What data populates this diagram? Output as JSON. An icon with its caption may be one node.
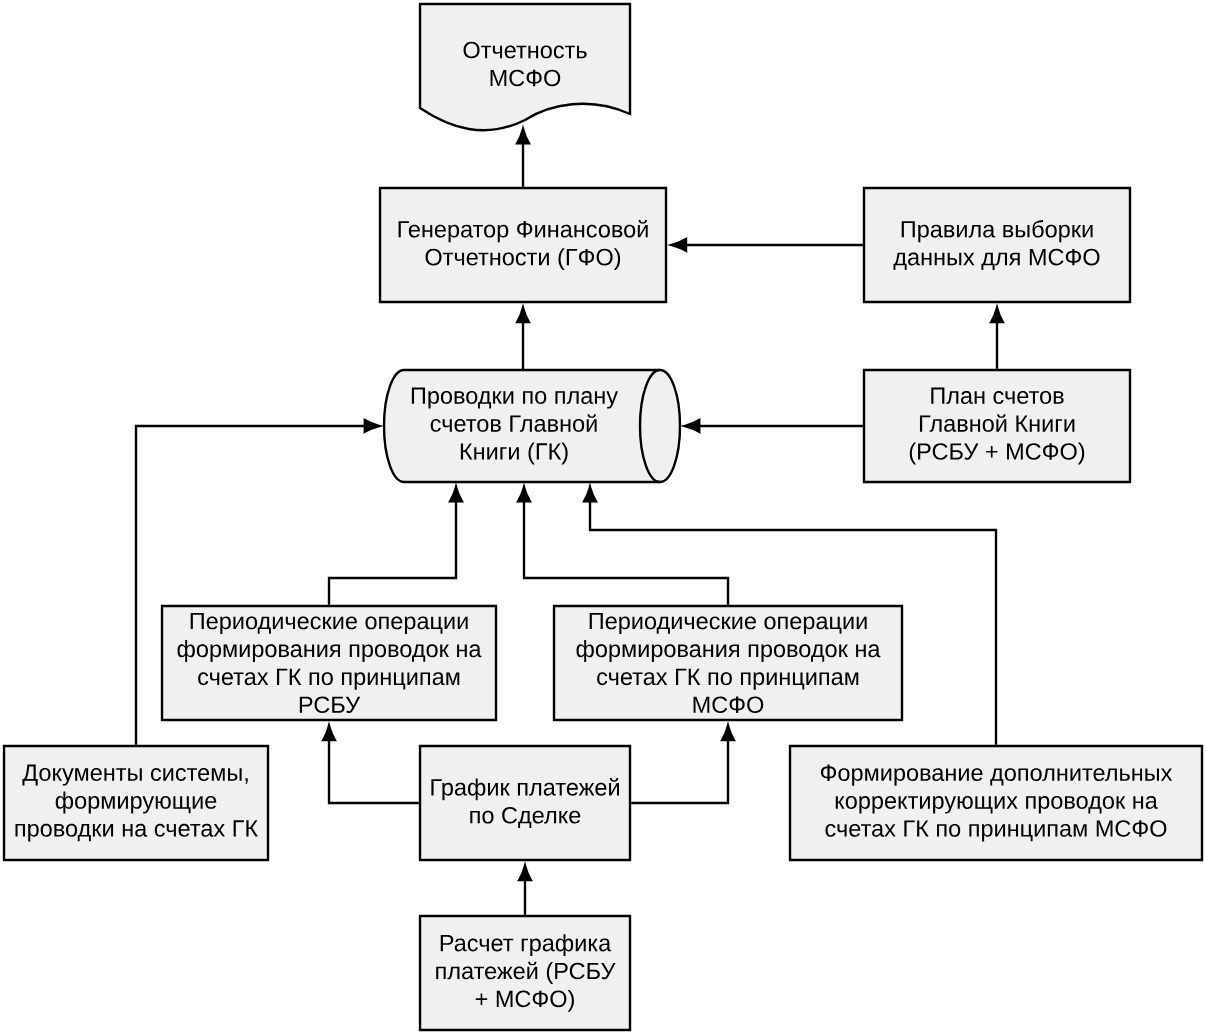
{
  "diagram": {
    "nodes": [
      {
        "text": [
          "Отчетность МСФО"
        ]
      },
      {
        "text": [
          "Генератор Финансовой Отчетности (ГФО)"
        ]
      },
      {
        "text": [
          "Правила выборки данных для МСФО"
        ]
      },
      {
        "text": [
          "Проводки по плану счетов Главной Книги (ГК)"
        ]
      },
      {
        "text": [
          "План счетов Главной Книги (РСБУ + МСФО)"
        ]
      },
      {
        "text": [
          "Периодические операции формирования проводок на счетах ГК по принципам РСБУ"
        ]
      },
      {
        "text": [
          "Периодические операции формирования проводок на счетах ГК по принципам МСФО"
        ]
      },
      {
        "text": [
          "Документы системы, формирующие проводки на счетах ГК"
        ]
      },
      {
        "text": [
          "График платежей по Сделке"
        ]
      },
      {
        "text": [
          "Формирование дополнительных корректирующих проводок на счетах ГК по принципам МСФО"
        ]
      },
      {
        "text": [
          "Расчет графика платежей (РСБУ + МСФО)"
        ]
      }
    ],
    "edges": [
      {
        "from": 1,
        "to": 0,
        "arrow": "to"
      },
      {
        "from": 3,
        "to": 1,
        "arrow": "to"
      },
      {
        "from": 2,
        "to": 1,
        "arrow": "to"
      },
      {
        "from": 4,
        "to": 2,
        "arrow": "to"
      },
      {
        "from": 4,
        "to": 3,
        "arrow": "to"
      },
      {
        "from": 7,
        "to": 3,
        "arrow": "to"
      },
      {
        "from": 5,
        "to": 3,
        "arrow": "to"
      },
      {
        "from": 6,
        "to": 3,
        "arrow": "to"
      },
      {
        "from": 9,
        "to": 3,
        "arrow": "to"
      },
      {
        "from": 8,
        "to": 5,
        "arrow": "to"
      },
      {
        "from": 8,
        "to": 6,
        "arrow": "to"
      },
      {
        "from": 10,
        "to": 8,
        "arrow": "to"
      }
    ]
  }
}
